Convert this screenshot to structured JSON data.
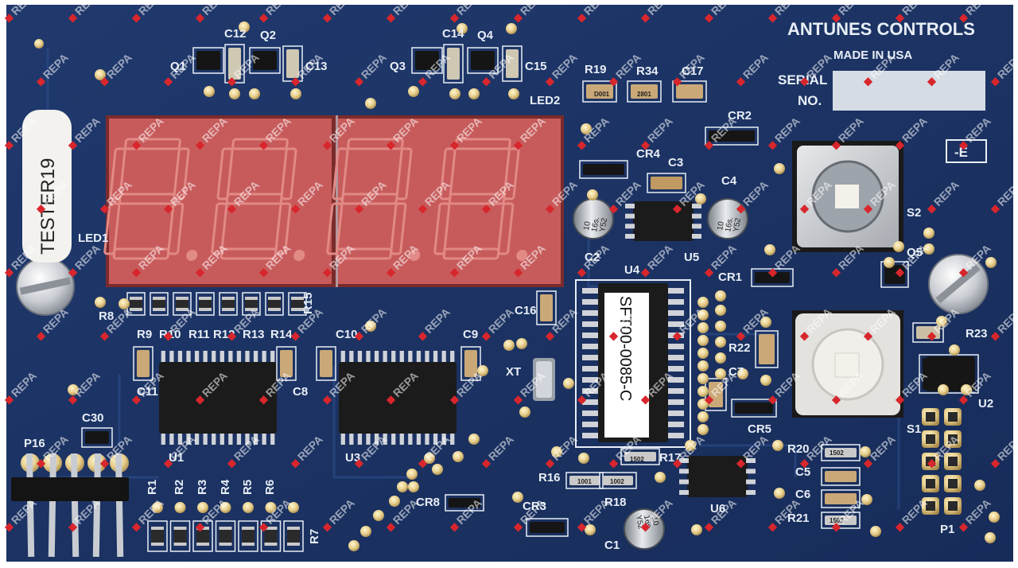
{
  "board": {
    "manufacturer": "ANTUNES CONTROLS",
    "made_in": "MADE IN USA",
    "serial_label_1": "SERIAL",
    "serial_label_2": "NO.",
    "rev_tag": "-E",
    "sticker_left": "TESTER19",
    "chip_label": "SFT00-0085-C",
    "display_label": "LED2",
    "led1_label": "LED1",
    "colors": {
      "pcb": "#1d3668",
      "silkscreen": "#e8eef6",
      "display": "#c75b5b",
      "segment": "#e28a86",
      "chip": "#1b1b1b"
    }
  },
  "silk_labels": [
    {
      "id": "c12",
      "text": "C12"
    },
    {
      "id": "q2",
      "text": "Q2"
    },
    {
      "id": "q1",
      "text": "Q1"
    },
    {
      "id": "c13",
      "text": "C13"
    },
    {
      "id": "c14",
      "text": "C14"
    },
    {
      "id": "q4",
      "text": "Q4"
    },
    {
      "id": "q3",
      "text": "Q3"
    },
    {
      "id": "c15",
      "text": "C15"
    },
    {
      "id": "r19",
      "text": "R19"
    },
    {
      "id": "r34",
      "text": "R34"
    },
    {
      "id": "c17",
      "text": "C17"
    },
    {
      "id": "cr2",
      "text": "CR2"
    },
    {
      "id": "cr4",
      "text": "CR4"
    },
    {
      "id": "c3",
      "text": "C3"
    },
    {
      "id": "c4",
      "text": "C4"
    },
    {
      "id": "c2",
      "text": "C2"
    },
    {
      "id": "u5",
      "text": "U5"
    },
    {
      "id": "u4",
      "text": "U4"
    },
    {
      "id": "s2",
      "text": "S2"
    },
    {
      "id": "q5",
      "text": "Q5"
    },
    {
      "id": "cr1",
      "text": "CR1"
    },
    {
      "id": "r15",
      "text": "R15"
    },
    {
      "id": "r8",
      "text": "R8"
    },
    {
      "id": "r9",
      "text": "R9"
    },
    {
      "id": "r10",
      "text": "R10"
    },
    {
      "id": "r11",
      "text": "R11"
    },
    {
      "id": "r12",
      "text": "R12"
    },
    {
      "id": "r13",
      "text": "R13"
    },
    {
      "id": "r14",
      "text": "R14"
    },
    {
      "id": "c10",
      "text": "C10"
    },
    {
      "id": "c9",
      "text": "C9"
    },
    {
      "id": "c16",
      "text": "C16"
    },
    {
      "id": "xt",
      "text": "XT"
    },
    {
      "id": "c11",
      "text": "C11"
    },
    {
      "id": "c8",
      "text": "C8"
    },
    {
      "id": "r22",
      "text": "R22"
    },
    {
      "id": "c7",
      "text": "C7"
    },
    {
      "id": "r23",
      "text": "R23"
    },
    {
      "id": "u2",
      "text": "U2"
    },
    {
      "id": "cr5",
      "text": "CR5"
    },
    {
      "id": "s1",
      "text": "S1"
    },
    {
      "id": "c30",
      "text": "C30"
    },
    {
      "id": "p16",
      "text": "P16"
    },
    {
      "id": "u1",
      "text": "U1"
    },
    {
      "id": "u3",
      "text": "U3"
    },
    {
      "id": "r17",
      "text": "R17"
    },
    {
      "id": "r16",
      "text": "R16"
    },
    {
      "id": "r18",
      "text": "R18"
    },
    {
      "id": "r20",
      "text": "R20"
    },
    {
      "id": "c5",
      "text": "C5"
    },
    {
      "id": "c6",
      "text": "C6"
    },
    {
      "id": "r21",
      "text": "R21"
    },
    {
      "id": "p1",
      "text": "P1"
    },
    {
      "id": "u6",
      "text": "U6"
    },
    {
      "id": "cr8",
      "text": "CR8"
    },
    {
      "id": "cr3",
      "text": "CR3"
    },
    {
      "id": "c1",
      "text": "C1"
    },
    {
      "id": "r1",
      "text": "R1"
    },
    {
      "id": "r2",
      "text": "R2"
    },
    {
      "id": "r3",
      "text": "R3"
    },
    {
      "id": "r4",
      "text": "R4"
    },
    {
      "id": "r5",
      "text": "R5"
    },
    {
      "id": "r6",
      "text": "R6"
    },
    {
      "id": "r7",
      "text": "R7"
    }
  ],
  "watermark": {
    "text": "REPA"
  },
  "cap_left": {
    "line1": "10",
    "line2": "16s.",
    "line3": "Y52"
  },
  "cap_right": {
    "line1": "10",
    "line2": "16s.",
    "line3": "Y52"
  },
  "cap_bottom": {
    "line1": "10",
    "line2": "16s.",
    "line3": "Y52"
  },
  "resistor_codes": {
    "r19": "D001",
    "r34": "2801",
    "r16": "1001",
    "r18": "1002",
    "r17": "1502",
    "r20": "1502",
    "r21": "1502"
  }
}
